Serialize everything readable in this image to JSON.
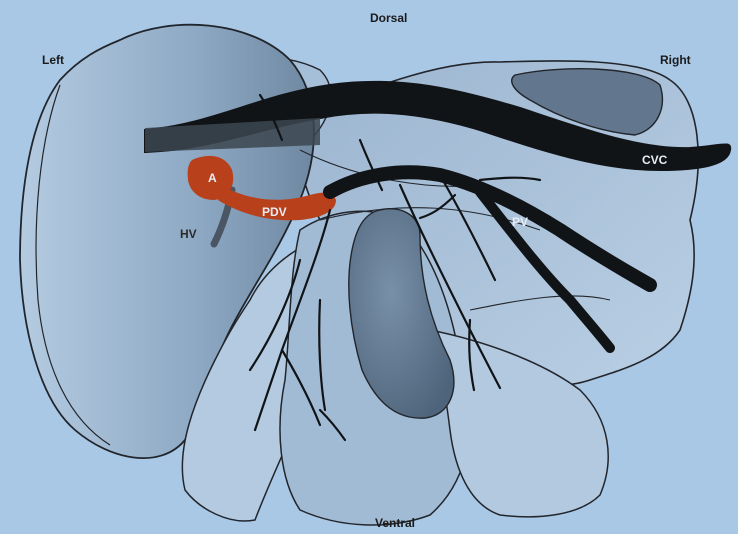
{
  "orientation": {
    "dorsal": "Dorsal",
    "ventral": "Ventral",
    "left": "Left",
    "right": "Right"
  },
  "vessels": {
    "cvc": "CVC",
    "pv": "PV",
    "pdv": "PDV",
    "a": "A",
    "hv": "HV"
  },
  "colors": {
    "background": "#a9c8e6",
    "outline": "#22262c",
    "lobe_light": "#b7cde2",
    "lobe_mid": "#94aec8",
    "lobe_dark": "#627a92",
    "vein": "#111417",
    "portal_remnant": "#b8401a"
  }
}
